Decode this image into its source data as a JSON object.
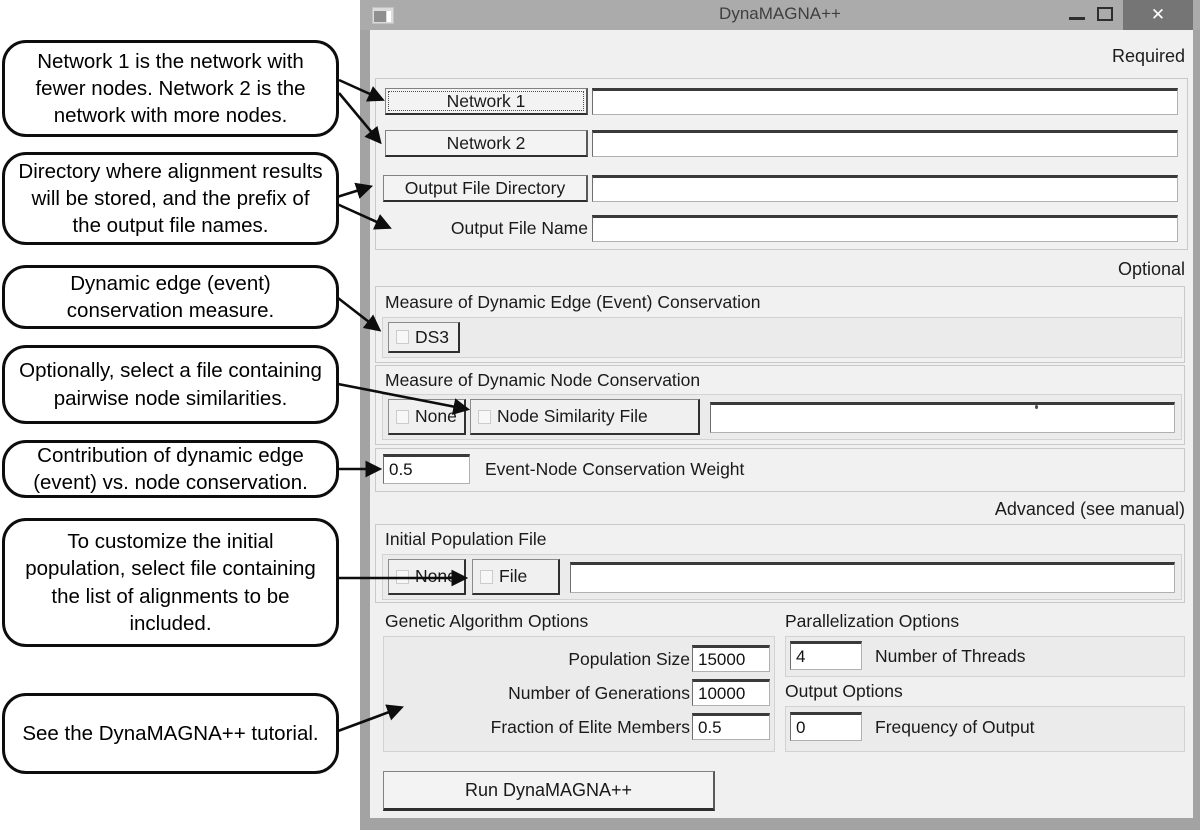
{
  "callouts": [
    {
      "text": "Network 1 is the network with fewer nodes. Network 2 is the network with more nodes."
    },
    {
      "text": "Directory where alignment results will be stored, and the prefix of the output file names."
    },
    {
      "text": "Dynamic edge (event) conservation measure."
    },
    {
      "text": "Optionally, select a file containing pairwise node similarities."
    },
    {
      "text": "Contribution of dynamic edge (event) vs. node conservation."
    },
    {
      "text": "To customize the initial population, select file containing the list of alignments to be included."
    },
    {
      "text": "See the DynaMAGNA++ tutorial."
    }
  ],
  "window": {
    "title": "DynaMAGNA++",
    "icons": {
      "close": "✕"
    },
    "section_labels": {
      "required": "Required",
      "optional": "Optional",
      "advanced": "Advanced (see manual)"
    },
    "required": {
      "network1_button": "Network 1",
      "network1_value": "",
      "network2_button": "Network 2",
      "network2_value": "",
      "output_dir_button": "Output File Directory",
      "output_dir_value": "",
      "output_name_label": "Output File Name",
      "output_name_value": ""
    },
    "edge_conservation": {
      "heading": "Measure of Dynamic Edge (Event) Conservation",
      "ds3_label": "DS3"
    },
    "node_conservation": {
      "heading": "Measure of Dynamic Node Conservation",
      "none_label": "None",
      "file_button_label": "Node Similarity File",
      "file_value": ""
    },
    "weight": {
      "value": "0.5",
      "label": "Event-Node Conservation Weight"
    },
    "initial_population": {
      "heading": "Initial Population File",
      "none_label": "None",
      "file_label": "File",
      "file_value": ""
    },
    "genetic_algorithm": {
      "heading": "Genetic Algorithm Options",
      "rows": [
        {
          "label": "Population Size",
          "value": "15000"
        },
        {
          "label": "Number of Generations",
          "value": "10000"
        },
        {
          "label": "Fraction of Elite Members",
          "value": "0.5"
        }
      ]
    },
    "parallelization": {
      "heading": "Parallelization Options",
      "value": "4",
      "label": "Number of Threads"
    },
    "output_options": {
      "heading": "Output Options",
      "value": "0",
      "label": "Frequency of Output"
    },
    "run_button": "Run DynaMAGNA++"
  }
}
